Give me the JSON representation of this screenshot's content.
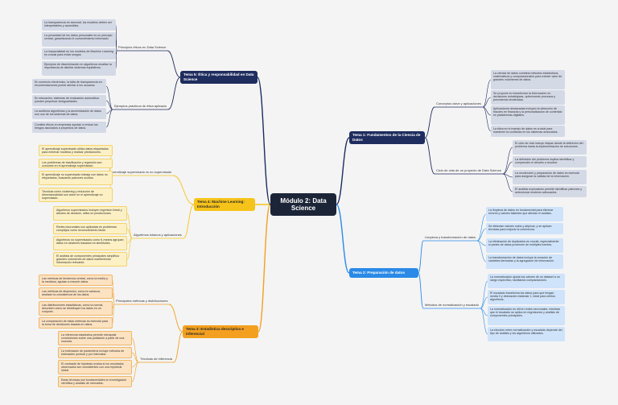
{
  "central": "Módulo 2: Data Science",
  "branches": [
    {
      "id": "t1",
      "title": "Tema 1: Fundamentos de la Ciencia de Datos",
      "color": "#1e2c5e",
      "subs": [
        {
          "label": "Conceptos clave y aplicaciones",
          "leaves": [
            "La ciencia de datos combina métodos estadísticos, matemáticos y computacionales para extraer valor de grandes volúmenes de datos.",
            "Se propone en transformar la información en decisiones estratégicas, optimizando procesos y previniendo tendencias.",
            "Aplicaciones destacadas incluyen la detección de fraudes en finanzas y la personalización de contenido en plataformas digitales.",
            "La ética en el manejo de datos es crucial para mantener la confianza en los sistemas avanzados."
          ]
        },
        {
          "label": "Ciclo de vida de un proyecto de Data Science",
          "leaves": [
            "El ciclo de vida incluye etapas desde la definición del problema hasta la implementación de soluciones.",
            "La definición del problema implica identificar y comprender el desafío a resolver.",
            "La recolección y preparación de datos es esencial para asegurar la calidad de la información.",
            "El análisis exploratorio permite identificar patrones y seleccionar modelos adecuados."
          ]
        }
      ]
    },
    {
      "id": "t2",
      "title": "Tema 2: Preparación de datos",
      "color": "#2a8ae6",
      "subs": [
        {
          "label": "Limpieza y transformación de datos",
          "leaves": [
            "La limpieza de datos es fundamental para eliminar errores y valores faltantes que afectan el análisis.",
            "Se detectan valores nulos y atípicos, y se aplican técnicas para mejorar la coherencia.",
            "La eliminación de duplicados es crucial, especialmente si partes de datos provienen de múltiples fuentes.",
            "La transformación de datos incluye la creación de variables derivadas y la agregación de información."
          ]
        },
        {
          "label": "Métodos de normalización y escalado",
          "leaves": [
            "La normalización ajusta los valores de un dataset a un rango específico, facilitando comparaciones.",
            "El escalado transforma los datos para que tengan media 0 y desviación estándar 1, ideal para ciertos algoritmos.",
            "La normalización es útil en redes neuronales, mientras que el escalado se aplica en regresiones y análisis de componentes principales.",
            "La elección entre normalización y escalado depende del tipo de análisis y los algoritmos utilizados."
          ]
        }
      ]
    },
    {
      "id": "t3",
      "title": "Tema 3: Estadística descriptiva e inferencial",
      "color": "#f3a020",
      "subs": [
        {
          "label": "Principales métricas y distribuciones",
          "leaves": [
            "Las métricas de tendencia central, como la media y la mediana, ayudan a resumir datos.",
            "Las métricas de dispersión, como la varianza, analizan la consistencia de los datos.",
            "Las distribuciones estadísticas, como la normal, describen cómo se distribuyen los datos en un conjunto.",
            "La comparación de estas métricas es esencial para la toma de decisiones basada en datos."
          ]
        },
        {
          "label": "Técnicas de inferencia",
          "leaves": [
            "La inferencia estadística permite extrapolar conclusiones sobre una población a partir de una muestra.",
            "La estimación de parámetros incluye métodos de estimación puntual y por intervalos.",
            "El contraste de hipótesis evalúa si los resultados observados son consistentes con una hipótesis inicial.",
            "Estas técnicas son fundamentales en investigación científica y análisis de mercados."
          ]
        }
      ]
    },
    {
      "id": "t4",
      "title": "Tema 4: Machine Learning: Introducción",
      "color": "#f6c31a",
      "subs": [
        {
          "label": "Aprendizaje supervisado vs no supervisado",
          "leaves": [
            "El aprendizaje supervisado utiliza datos etiquetados para entrenar modelos y realizar predicciones.",
            "Los problemas de clasificación y regresión son comunes en el aprendizaje supervisado.",
            "El aprendizaje no supervisado trabaja con datos no etiquetados, buscando patrones ocultos.",
            "Técnicas como clustering y reducción de dimensionalidad son clave en el aprendizaje no supervisado."
          ]
        },
        {
          "label": "Algoritmos básicos y aplicaciones",
          "leaves": [
            "Algoritmos supervisados incluyen regresión lineal y árboles de decisión, útiles en predicciones.",
            "Redes neuronales son aplicadas en problemas complejos como reconocimiento facial.",
            "Algoritmos no supervisados como K-means agrupan datos en clústeres basados en similitudes.",
            "El análisis de componentes principales simplifica grandes volúmenes de datos manteniendo información relevante."
          ]
        }
      ]
    },
    {
      "id": "t5",
      "title": "Tema 5: Ética y responsabilidad en Data Science",
      "color": "#1e2c5e",
      "subs": [
        {
          "label": "Principios éticos en Data Science",
          "leaves": [
            "La transparencia es esencial, los modelos deben ser interpretables y accesibles.",
            "La privacidad de los datos personales es un principio central, garantizando el consentimiento informado.",
            "La imparcialidad en los modelos de Machine Learning es crucial para evitar sesgos.",
            "Ejemplos de discriminación en algoritmos resaltan la importancia de diseñar sistemas equitativos."
          ]
        },
        {
          "label": "Ejemplos prácticos de ética aplicada",
          "leaves": [
            "En comercio electrónico, la falta de transparencia en recomendaciones puede afectar a los usuarios.",
            "En educación, sistemas de evaluación automática pueden perpetuar desigualdades.",
            "La auditoría algorítmica y la anonimización de datos son uno de los sistemas de datos.",
            "Comités éticos en empresas ayudan a revisar los riesgos asociados a proyectos de datos."
          ]
        }
      ]
    }
  ]
}
